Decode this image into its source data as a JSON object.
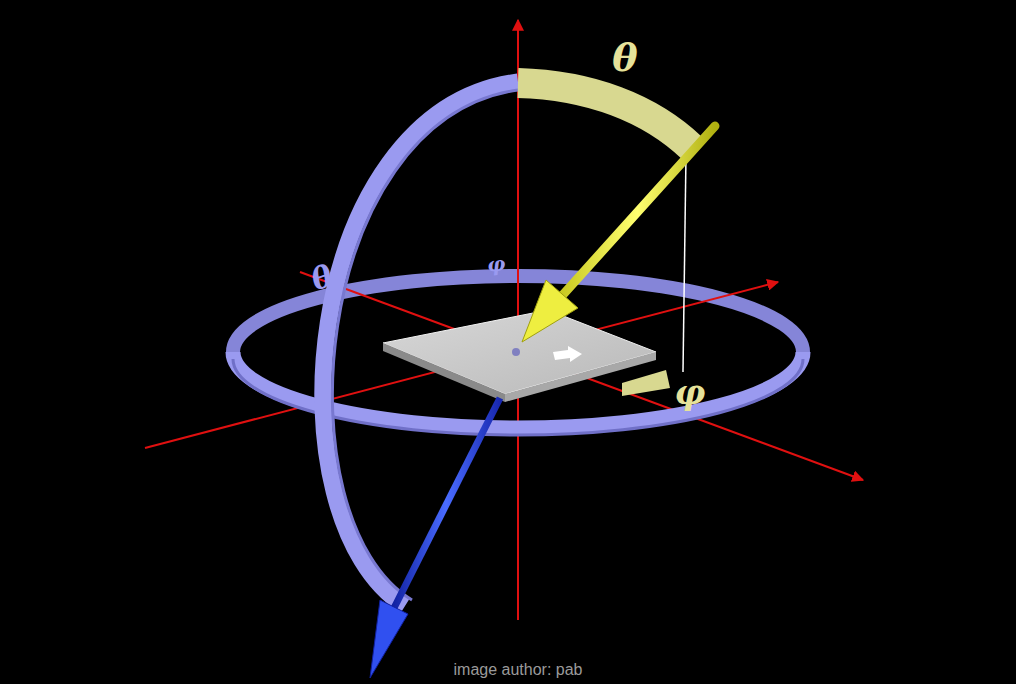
{
  "diagram": {
    "labels": [
      "θ",
      "θ",
      "φ",
      "φ",
      "image author: pab"
    ]
  }
}
